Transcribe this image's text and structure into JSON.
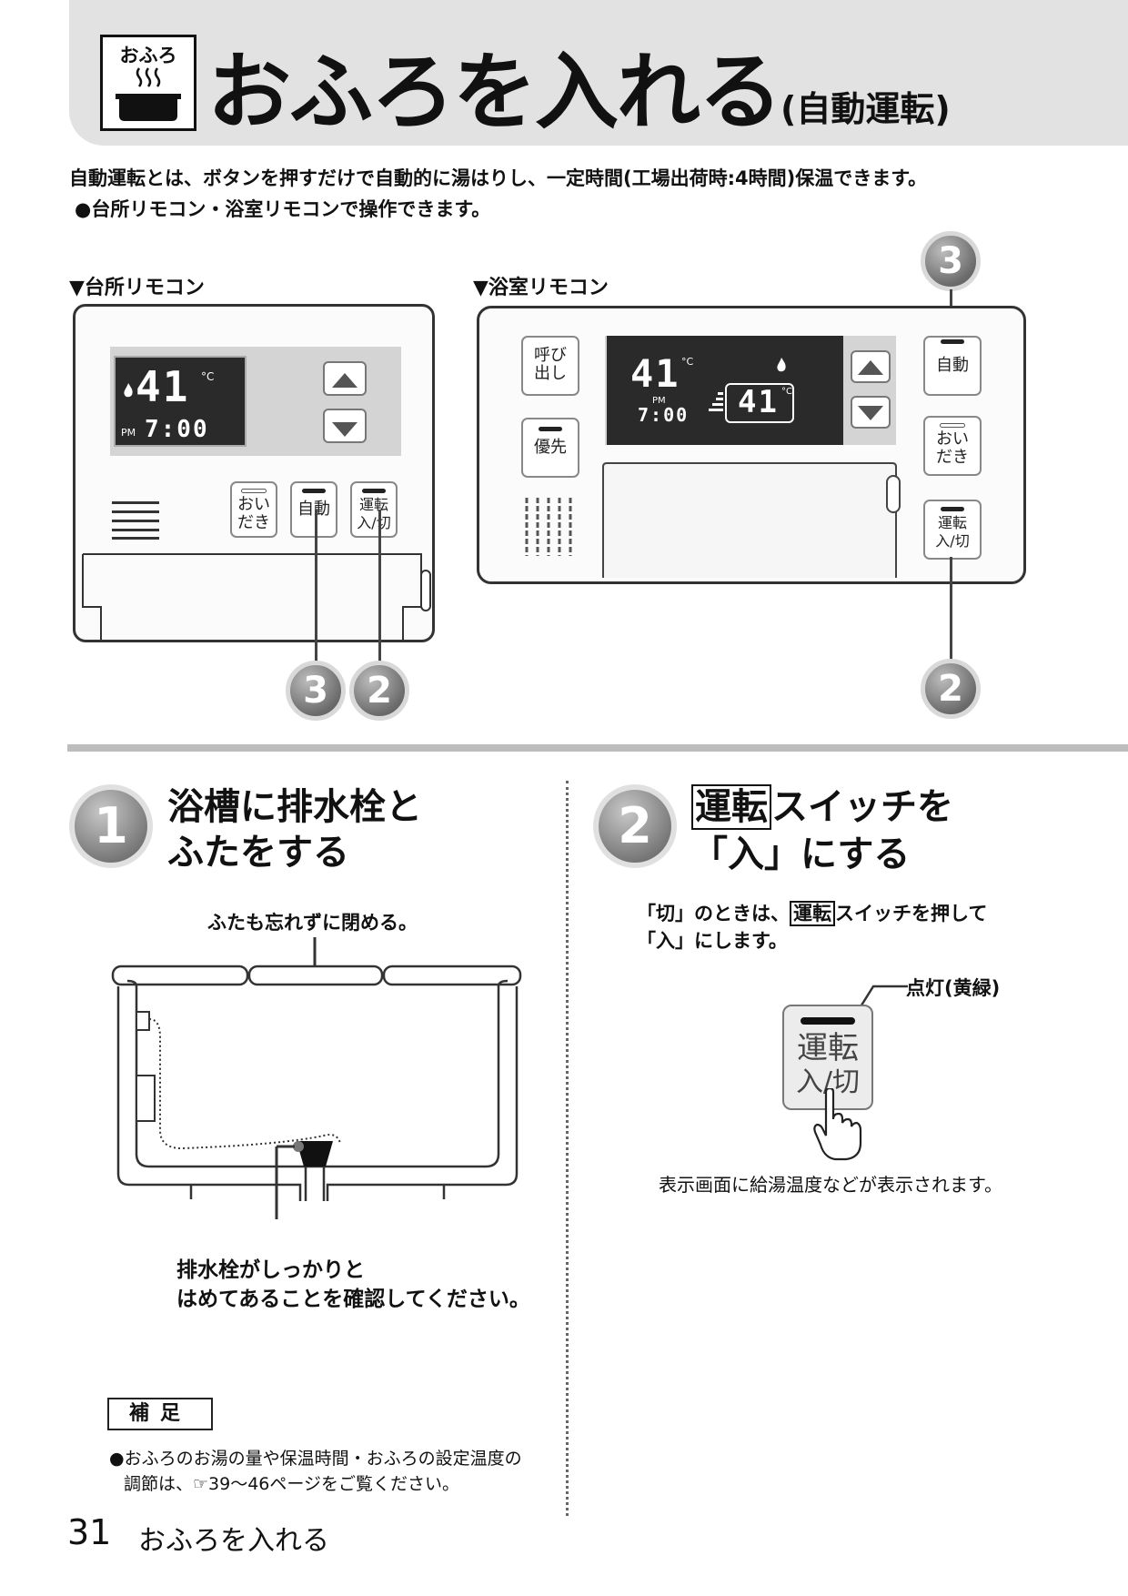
{
  "header": {
    "icon_label": "おふろ",
    "title": "おふろを入れる",
    "title_suffix": "(自動運転)"
  },
  "intro": {
    "line1": "自動運転とは、ボタンを押すだけで自動的に湯はりし、一定時間(工場出荷時:4時間)保温できます。",
    "line2": "●台所リモコン・浴室リモコンで操作できます。"
  },
  "kitchen_remote": {
    "label": "▼台所リモコン",
    "temp": "41",
    "temp_unit": "°C",
    "ampm": "PM",
    "time": "7:00",
    "buttons": {
      "oidaki": [
        "おい",
        "だき"
      ],
      "auto": "自動",
      "power": [
        "運転",
        "入/切"
      ]
    },
    "callouts": [
      "3",
      "2"
    ]
  },
  "bath_remote": {
    "label": "▼浴室リモコン",
    "temp": "41",
    "temp_unit": "°C",
    "set_temp": "41",
    "ampm": "PM",
    "time": "7:00",
    "buttons": {
      "call": [
        "呼び",
        "出し"
      ],
      "priority": "優先",
      "auto": "自動",
      "oidaki": [
        "おい",
        "だき"
      ],
      "power": [
        "運転",
        "入/切"
      ]
    },
    "callouts": [
      "3",
      "2"
    ]
  },
  "step1": {
    "number": "1",
    "title_line1": "浴槽に排水栓と",
    "title_line2": "ふたをする",
    "lid_caption": "ふたも忘れずに閉める。",
    "drain_caption_line1": "排水栓がしっかりと",
    "drain_caption_line2": "はめてあることを確認してください。"
  },
  "step2": {
    "number": "2",
    "title_boxed": "運転",
    "title_line1_rest": "スイッチを",
    "title_line2": "「入」にする",
    "desc_line1_pre": "「切」のときは、",
    "desc_line1_boxed": "運転",
    "desc_line1_post": "スイッチを押して",
    "desc_line2": "「入」にします。",
    "lamp_caption": "点灯(黄緑)",
    "button_line1": "運転",
    "button_line2": "入/切",
    "display_caption": "表示画面に給湯温度などが表示されます。"
  },
  "note": {
    "label": "補足",
    "line1": "●おふろのお湯の量や保温時間・おふろの設定温度の",
    "line2": "調節は、☞39〜46ページをご覧ください。"
  },
  "footer": {
    "page_number": "31",
    "section_title": "おふろを入れる"
  }
}
